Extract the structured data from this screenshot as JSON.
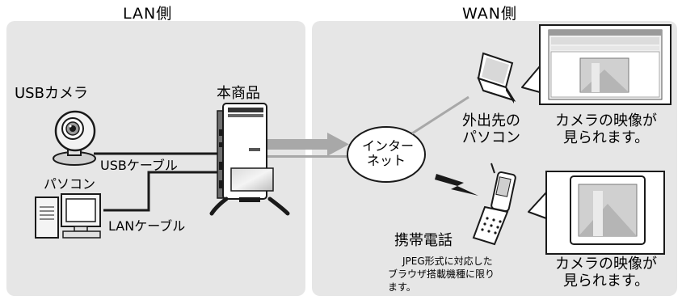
{
  "lan_panel": {
    "title": "LAN側"
  },
  "wan_panel": {
    "title": "WAN側"
  },
  "usb_camera": {
    "label": "USBカメラ"
  },
  "product": {
    "label": "本商品"
  },
  "usb_cable": {
    "label": "USBケーブル"
  },
  "pc": {
    "label": "パソコン"
  },
  "lan_cable": {
    "label": "LANケーブル"
  },
  "internet": {
    "line1": "インター",
    "line2": "ネット"
  },
  "external_pc": {
    "line1": "外出先の",
    "line2": "パソコン"
  },
  "callout_pc": {
    "line1": "カメラの映像が",
    "line2": "見られます。"
  },
  "mobile": {
    "label": "携帯電話",
    "note_line1": "JPEG形式に対応した",
    "note_line2": "ブラウザ搭載機種に限り",
    "note_line3": "ます。"
  },
  "callout_mobile": {
    "line1": "カメラの映像が",
    "line2": "見られます。"
  },
  "colors": {
    "panel": "#e6e6e6",
    "arrow": "#a8a8a8",
    "line": "#1a1a1a"
  }
}
